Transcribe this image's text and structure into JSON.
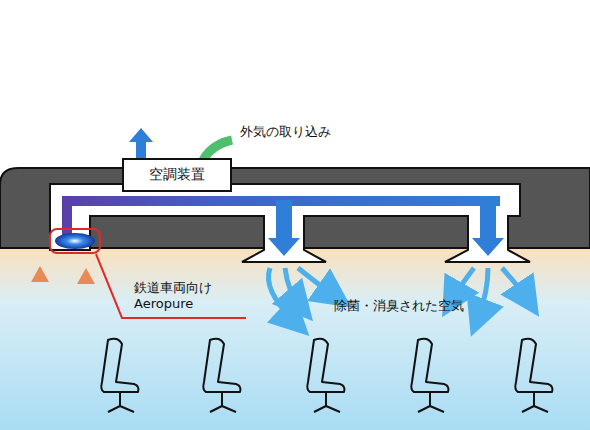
{
  "diagram": {
    "nodes": [
      {
        "text": [
          "空調装置"
        ]
      }
    ],
    "labels": [
      "外気の取り込み",
      "鉄道車両向け Aeropure",
      "除菌・消臭された空気"
    ]
  }
}
